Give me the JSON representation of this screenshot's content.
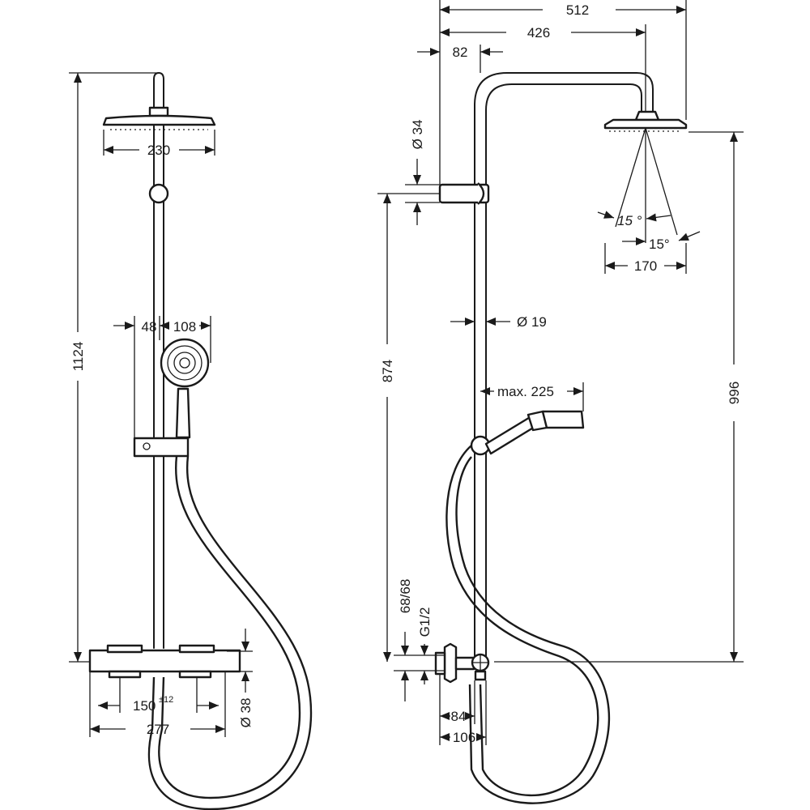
{
  "front_view": {
    "head_width": "230",
    "total_height": "1124",
    "handshower_offset": "48",
    "handshower_diameter": "108",
    "thermostat_centres": "150",
    "thermostat_tolerance": "±12",
    "thermostat_width": "277",
    "thermostat_depth": "Ø 38"
  },
  "side_view": {
    "overhead_projection": "512",
    "arm_length": "426",
    "wall_to_riser": "82",
    "holder_diameter": "Ø 34",
    "head_spray_width": "170",
    "spray_angle_inner": "15 °",
    "spray_angle_outer": "15°",
    "riser_diameter": "Ø 19",
    "holder_height": "874",
    "handshower_reach": "max. 225",
    "head_height": "996",
    "connection_spacing": "68/68",
    "thread_size": "G1/2",
    "wall_offset_small": "84",
    "wall_offset_large": "106"
  }
}
